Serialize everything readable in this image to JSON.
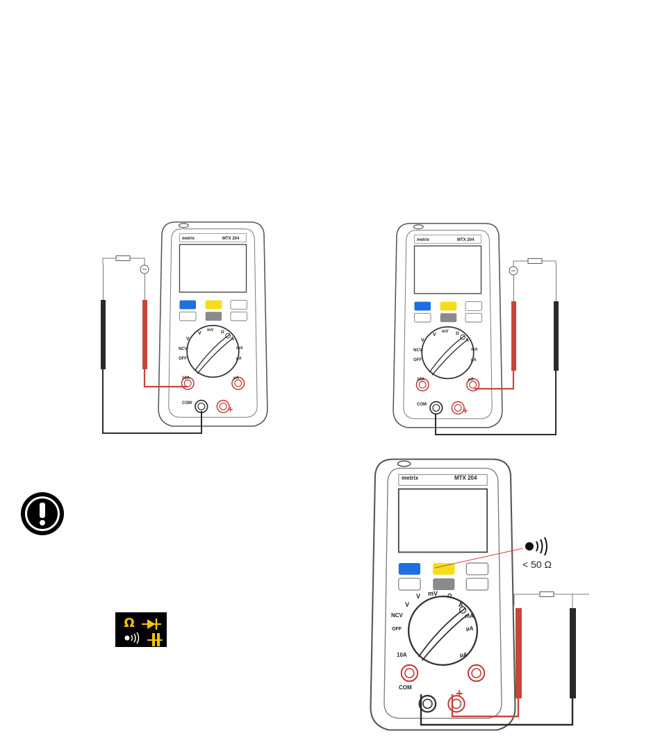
{
  "meters": [
    {
      "brand": "metrix",
      "model": "MTX 204",
      "dial": {
        "v_ac": "V",
        "v_dc": "V",
        "mv": "mV",
        "ohm_group": "Ω",
        "a": "A",
        "ma": "mA",
        "ua": "µA",
        "ncv": "NCV",
        "off": "OFF"
      },
      "terminals": {
        "ten_a": "10A",
        "ua": "µA",
        "com": "COM",
        "plus": "+"
      }
    },
    {
      "brand": "metrix",
      "model": "MTX 204",
      "dial": {
        "v_ac": "V",
        "v_dc": "V",
        "mv": "mV",
        "ohm_group": "Ω",
        "a": "A",
        "ma": "mA",
        "ua": "µA",
        "ncv": "NCV",
        "off": "OFF"
      },
      "terminals": {
        "ten_a": "10A",
        "ua": "µA",
        "com": "COM",
        "plus": "+"
      }
    },
    {
      "brand": "metrix",
      "model": "MTX 204",
      "dial": {
        "v_ac": "V",
        "v_dc": "V",
        "mv": "mV",
        "ohm_group": "Ω",
        "a": "A",
        "ma": "mA",
        "ua": "µA",
        "ncv": "NCV",
        "off": "OFF"
      },
      "terminals": {
        "ten_a": "10A",
        "ua": "µA",
        "com": "COM",
        "plus": "+"
      }
    }
  ],
  "continuity": {
    "threshold": "< 50 Ω"
  },
  "function_key": {
    "top": "Ω"
  },
  "colors": {
    "blue_key": "#1e6fe0",
    "yellow_key": "#f4de1c",
    "gray_key": "#8a8a8a",
    "red_lead": "#c8453a",
    "black_lead": "#2a2a2a",
    "function_badge_bg": "#000000",
    "function_badge_fg": "#f5c400"
  },
  "icons": {
    "warning": "exclamation-warning-icon",
    "buzzer": "continuity-buzzer-icon",
    "diode": "diode-icon",
    "capacitor": "capacitor-icon",
    "fuse": "fuse-icon",
    "resistor": "resistor-icon"
  }
}
